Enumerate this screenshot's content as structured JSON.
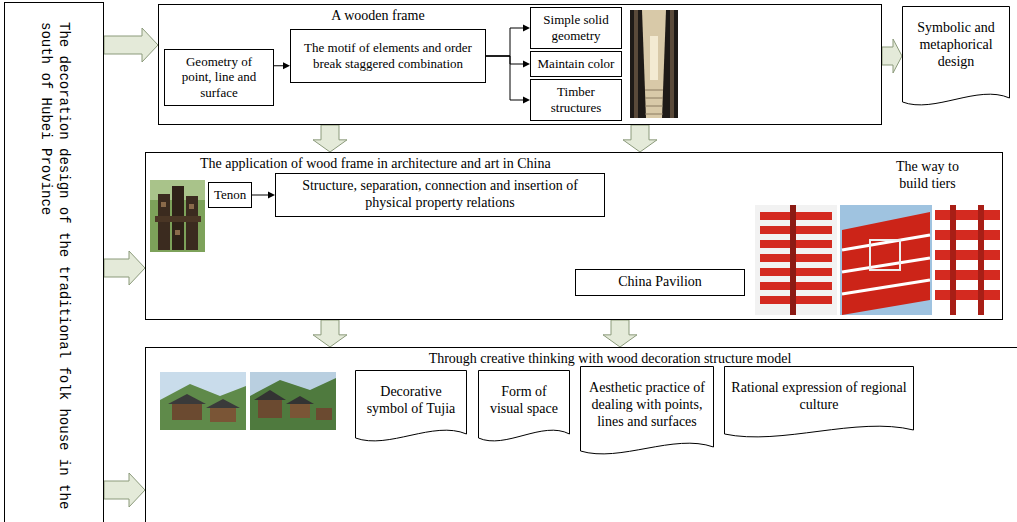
{
  "diagram": {
    "nodes": [
      {
        "text": [
          "The decoration design of the traditional folk house in the south of Hubei Province"
        ]
      },
      {
        "text": [
          "A wooden frame"
        ]
      },
      {
        "text": [
          "Geometry of point, line and surface"
        ],
        "in": 1
      },
      {
        "text": [
          "The motif of elements and order break staggered combination"
        ],
        "in": 1
      },
      {
        "text": [
          "Simple solid geometry"
        ],
        "in": 1
      },
      {
        "text": [
          "Maintain color"
        ],
        "in": 1
      },
      {
        "text": [
          "Timber structures"
        ],
        "in": 1
      },
      {
        "text": [
          "Symbolic and metaphorical design"
        ]
      },
      {
        "text": [
          "The application of wood frame in architecture and art in China"
        ]
      },
      {
        "text": [
          "Tenon"
        ],
        "in": 8
      },
      {
        "text": [
          "Structure, separation, connection and insertion of physical property relations"
        ],
        "in": 8
      },
      {
        "text": [
          "China Pavilion"
        ],
        "in": 8
      },
      {
        "text": [
          "Through creative thinking with wood decoration structure model"
        ]
      },
      {
        "text": [
          "Decorative symbol of Tujia"
        ],
        "in": 12
      },
      {
        "text": [
          "Form of visual space"
        ],
        "in": 12
      },
      {
        "text": [
          "Aesthetic practice of dealing with points, lines and surfaces"
        ],
        "in": 12
      },
      {
        "text": [
          "Rational expression of regional culture"
        ],
        "in": 12
      }
    ],
    "edges": [
      {
        "from": 0,
        "to": 1,
        "arrow": "to"
      },
      {
        "from": 0,
        "to": 8,
        "arrow": "to"
      },
      {
        "from": 0,
        "to": 12,
        "arrow": "to"
      },
      {
        "from": 2,
        "to": 3,
        "arrow": "to"
      },
      {
        "from": 3,
        "to": 4,
        "arrow": "to"
      },
      {
        "from": 3,
        "to": 5,
        "arrow": "to"
      },
      {
        "from": 3,
        "to": 6,
        "arrow": "to"
      },
      {
        "from": 1,
        "to": 7,
        "arrow": "to"
      },
      {
        "from": 1,
        "to": 8,
        "arrow": "to"
      },
      {
        "from": 1,
        "to": 8,
        "arrow": "to"
      },
      {
        "from": 9,
        "to": 10,
        "arrow": "to"
      },
      {
        "from": 8,
        "to": 12,
        "arrow": "to"
      },
      {
        "from": 8,
        "to": 12,
        "arrow": "to"
      }
    ],
    "labels": [
      "The way to build tiers"
    ]
  }
}
